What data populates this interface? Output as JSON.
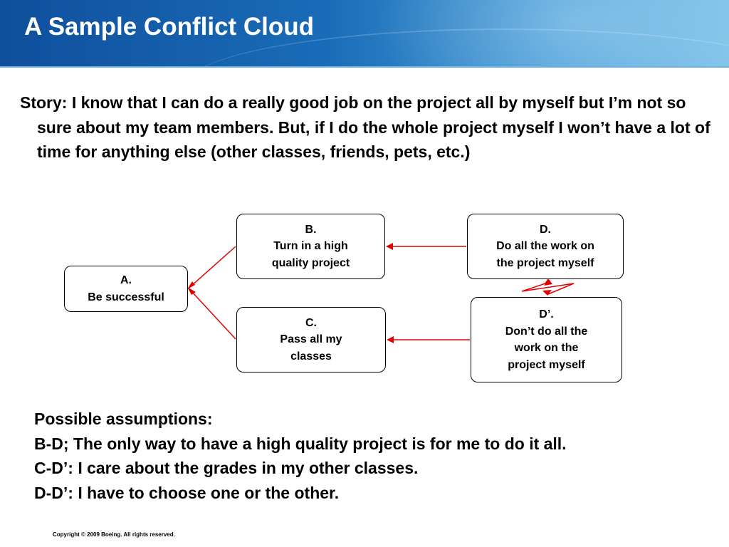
{
  "slide": {
    "title": "A Sample Conflict Cloud",
    "story": "Story: I know that I can do a really good job on the project all by myself but I’m not so sure about my team members. But, if I do the whole project myself I won’t have a lot of time for anything else (other classes, friends, pets, etc.)",
    "footer": "Copyright © 2009 Boeing. All rights reserved."
  },
  "diagram": {
    "arrow_color": "#e00000",
    "nodes": {
      "a": {
        "label": "A.",
        "text": [
          "Be successful"
        ]
      },
      "b": {
        "label": "B.",
        "text": [
          "Turn in a high",
          "quality project"
        ]
      },
      "c": {
        "label": "C.",
        "text": [
          "Pass all my",
          "classes"
        ]
      },
      "d": {
        "label": "D.",
        "text": [
          "Do all the work on",
          "the project myself"
        ]
      },
      "d_prime": {
        "label": "D’.",
        "text": [
          "Don’t do all the",
          "work on the",
          "project myself"
        ]
      }
    },
    "edges": [
      {
        "from": "b",
        "to": "a"
      },
      {
        "from": "c",
        "to": "a"
      },
      {
        "from": "d",
        "to": "b"
      },
      {
        "from": "d_prime",
        "to": "c"
      },
      {
        "from": "d",
        "to": "d_prime",
        "type": "conflict"
      }
    ]
  },
  "assumptions": {
    "heading": "Possible assumptions:",
    "items": [
      "B-D; The only way to have a high quality project is for me to do it all.",
      "C-D’: I care about the grades in my other classes.",
      "D-D’: I have to choose one or the other."
    ]
  }
}
